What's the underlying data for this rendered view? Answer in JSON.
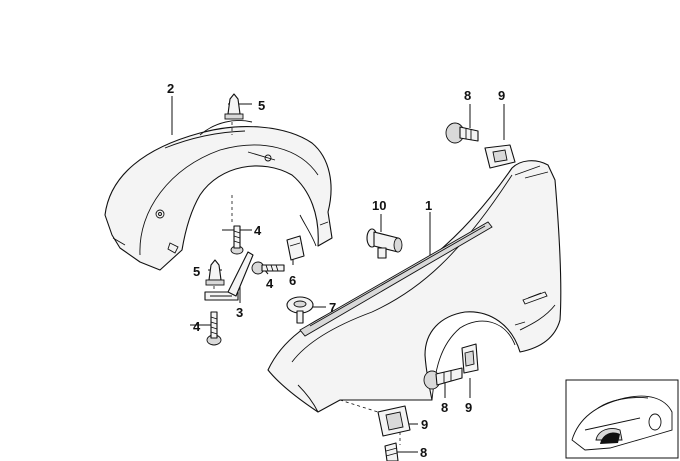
{
  "callouts": {
    "c1": "1",
    "c2": "2",
    "c3": "3",
    "c4a": "4",
    "c4b": "4",
    "c4c": "4",
    "c5a": "5",
    "c5b": "5",
    "c6": "6",
    "c7": "7",
    "c8a": "8",
    "c8b": "8",
    "c8c": "8",
    "c9a": "9",
    "c9b": "9",
    "c9c": "9",
    "c10": "10"
  },
  "icons": {
    "thumbnail": "car-location-thumbnail-icon"
  }
}
